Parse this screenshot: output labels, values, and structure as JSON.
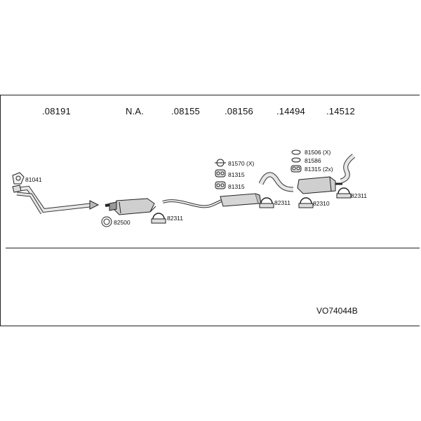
{
  "header_codes": [
    ".08191",
    "N.A.",
    ".08155",
    ".08156",
    ".14494",
    ".14512"
  ],
  "parts": {
    "p81041": "81041",
    "p82500": "82500",
    "p82311a": "82311",
    "p81570": "81570 (X)",
    "p81315a": "81315",
    "p81315b": "81315",
    "p82311b": "82311",
    "p81506": "81506 (X)",
    "p81586": "81586",
    "p81315c": "81315 (2x)",
    "p82310": "82310",
    "p82311c": "82311"
  },
  "reference": "VO74044B"
}
